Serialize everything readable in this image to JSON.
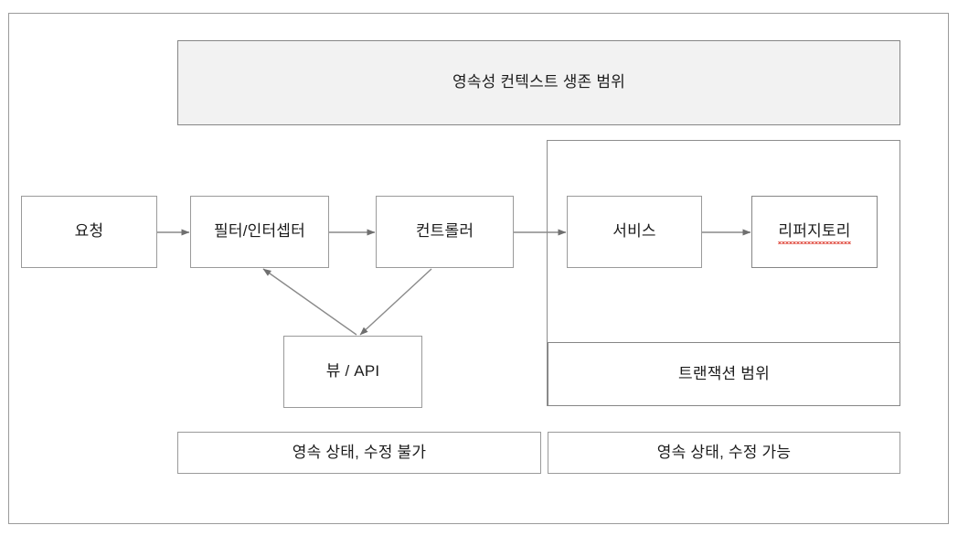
{
  "diagram": {
    "title_box": {
      "label": "영속성 컨텍스트 생존 범위"
    },
    "flow_nodes": [
      {
        "id": "request",
        "label": "요청"
      },
      {
        "id": "filter-interceptor",
        "label": "필터/인터셉터"
      },
      {
        "id": "controller",
        "label": "컨트롤러"
      },
      {
        "id": "service",
        "label": "서비스"
      },
      {
        "id": "repository",
        "label": "리퍼지토리"
      },
      {
        "id": "view-api",
        "label": "뷰 / API"
      }
    ],
    "transaction_box": {
      "label": "트랜잭션 범위"
    },
    "footer_boxes": [
      {
        "id": "persist-readonly",
        "label": "영속 상태, 수정 불가"
      },
      {
        "id": "persist-writable",
        "label": "영속 상태, 수정 가능"
      }
    ],
    "colors": {
      "outer_border": "#9a9a9a",
      "box_border": "#9a9a9a",
      "strong_box_border": "#868686",
      "filled_box_background": "#f2f2f2",
      "arrow": "#7f7f7f",
      "text": "#1c1c1c",
      "spellcheck_underline": "#e2574c",
      "page_background": "#ffffff"
    }
  }
}
